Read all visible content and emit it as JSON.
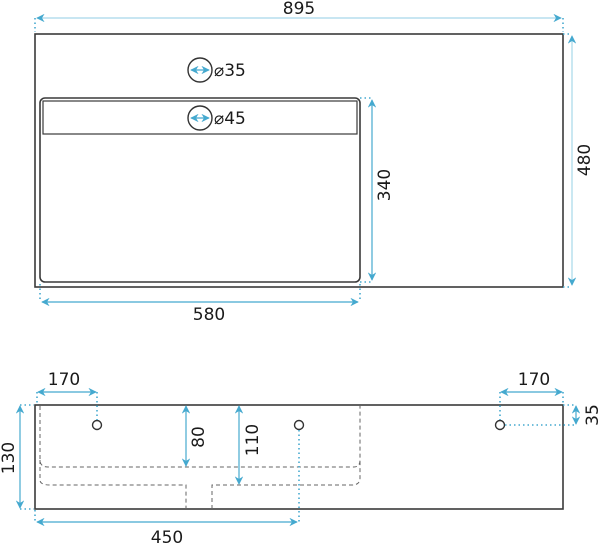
{
  "drawing": {
    "top_view": {
      "overall_width": "895",
      "overall_depth": "480",
      "basin_width": "580",
      "basin_depth": "340",
      "tap_hole": "⌀35",
      "overflow_hole": "⌀45"
    },
    "front_view": {
      "left_tap_offset": "170",
      "right_tap_offset": "170",
      "tap_hole_from_top": "35",
      "total_height": "130",
      "basin_depth_inner": "80",
      "basin_depth_outer": "110",
      "drain_offset": "450"
    },
    "colors": {
      "dimension_line": "#45a9cf",
      "outline": "#3a3a3a"
    }
  }
}
